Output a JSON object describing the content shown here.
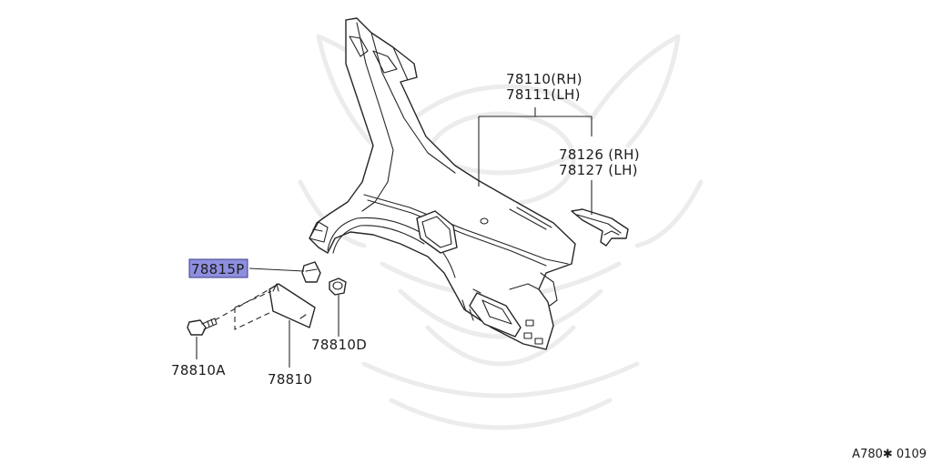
{
  "diagram": {
    "callouts": {
      "quarter_panel_rh": "78110(RH)",
      "quarter_panel_lh": "78111(LH)",
      "extension_rh": "78126 (RH)",
      "extension_lh": "78127 (LH)",
      "cap": "78815P",
      "filler_lid_bolt": "78810A",
      "filler_lid": "78810",
      "stopper": "78810D"
    },
    "highlighted_callout": "78815P",
    "highlight_color": "#8f8fe0",
    "figure_code": "A780✱ 0109",
    "watermark": "samurai-helmet-crest-logo"
  }
}
